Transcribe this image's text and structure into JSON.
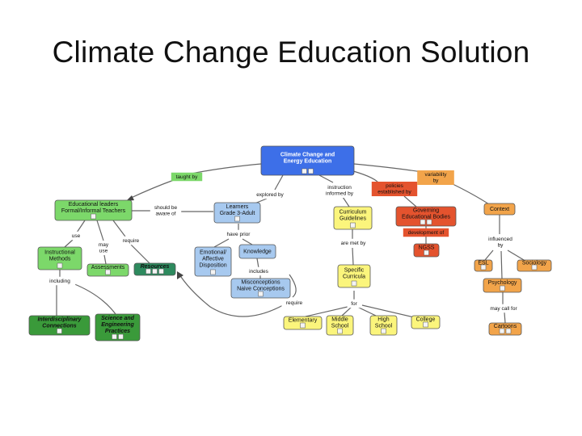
{
  "title": "Climate Change Education Solution",
  "colors": {
    "blue_root": "#3d6fe8",
    "green": "#7cd86a",
    "dark_green": "#3a9a3a",
    "teal": "#2d8a5e",
    "light_blue": "#a7c9ef",
    "yellow": "#fbf57c",
    "red_orange": "#e4532e",
    "orange": "#f2a44a",
    "line": "#666666"
  },
  "nodes": {
    "root": [
      "Climate Change and",
      "Energy Education"
    ],
    "edu_leaders": [
      "Educational leaders",
      "Formal/Informal Teachers"
    ],
    "learners": [
      "Learners",
      "Grade 3-Adult"
    ],
    "curriculum": [
      "Curriculum",
      "Guidelines"
    ],
    "governing": [
      "Governing",
      "Educational Bodies"
    ],
    "context": [
      "Context"
    ],
    "instructional": [
      "Instructional",
      "Methods"
    ],
    "assessments": [
      "Assessments"
    ],
    "resources": [
      "Resources"
    ],
    "emotional": [
      "Emotional/",
      "Affective",
      "Disposition"
    ],
    "knowledge": [
      "Knowledge"
    ],
    "misconceptions": [
      "Misconceptions",
      "Naive Conceptions"
    ],
    "specific": [
      "Specific",
      "Curricula"
    ],
    "ngss": [
      "NGSS"
    ],
    "esl": [
      "ESL"
    ],
    "sociology": [
      "Sociology"
    ],
    "psychology": [
      "Psychology"
    ],
    "cartoons": [
      "Cartoons"
    ],
    "interdisciplinary": [
      "Interdisciplinary",
      "Connections"
    ],
    "science_eng": [
      "Science and",
      "Engineering",
      "Practices"
    ],
    "elementary": [
      "Elementary"
    ],
    "middle": [
      "Middle",
      "School"
    ],
    "high": [
      "High",
      "School"
    ],
    "college": [
      "College"
    ]
  },
  "link_labels": {
    "taught_by": [
      "taught by"
    ],
    "explored_by": [
      "explored by"
    ],
    "instruction_informed_by": [
      "instruction",
      "informed by"
    ],
    "policies_established_by": [
      "policies",
      "established by"
    ],
    "variability_by": [
      "variability",
      "by"
    ],
    "should_be_aware_of": [
      "should be",
      "aware of"
    ],
    "use": [
      "use"
    ],
    "may_use": [
      "may",
      "use"
    ],
    "require_1": [
      "require"
    ],
    "have_prior": [
      "have prior"
    ],
    "includes": [
      "includes"
    ],
    "require_2": [
      "require"
    ],
    "including": [
      "including"
    ],
    "are_met_by": [
      "are met by"
    ],
    "development_of": [
      "development of"
    ],
    "influenced_by": [
      "influenced",
      "by"
    ],
    "for": [
      "for"
    ],
    "may_call_for": [
      "may call for"
    ]
  }
}
